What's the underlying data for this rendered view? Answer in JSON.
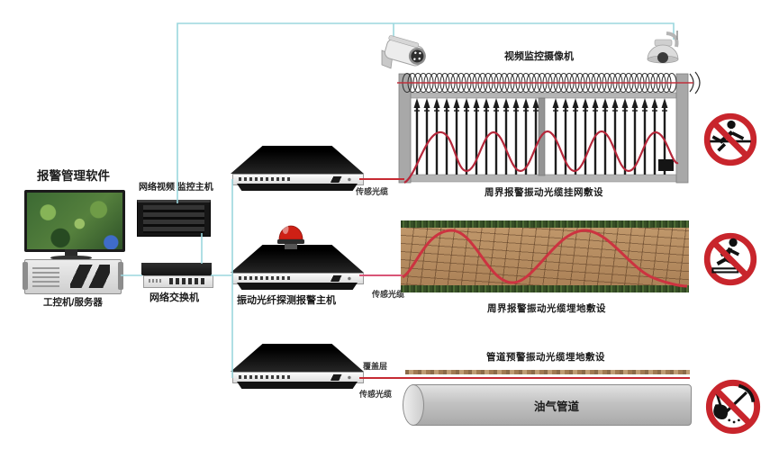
{
  "title": {
    "software": "报警管理软件"
  },
  "nodes": {
    "workstation": {
      "label": "工控机/服务器"
    },
    "nvr": {
      "label": "网络视频 监控主机"
    },
    "switch": {
      "label": "网络交换机"
    },
    "alarm_host": {
      "label": "振动光纤探测报警主机"
    },
    "cameras": {
      "label": "视频监控摄像机"
    }
  },
  "cables": {
    "sensing_fence": "传感光缆",
    "sensing_ground": "传感光缆",
    "sensing_pipe": "传感光缆",
    "cover_layer": "覆盖层"
  },
  "captions": {
    "fence": "周界报警振动光缆挂网敷设",
    "ground": "周界报警振动光缆埋地敷设",
    "pipeline": "管道预警振动光缆埋地敷设",
    "pipe": "油气管道"
  },
  "signs": [
    {
      "name": "no-climbing"
    },
    {
      "name": "no-stepping"
    },
    {
      "name": "no-digging"
    }
  ],
  "icons": [
    "bullet-camera",
    "dome-camera",
    "alarm-beacon"
  ],
  "colors": {
    "network_link": "#9bd7de",
    "fiber_red": "#c62a33",
    "fiber_pink": "#d95577",
    "sign_red": "#c8252c"
  }
}
